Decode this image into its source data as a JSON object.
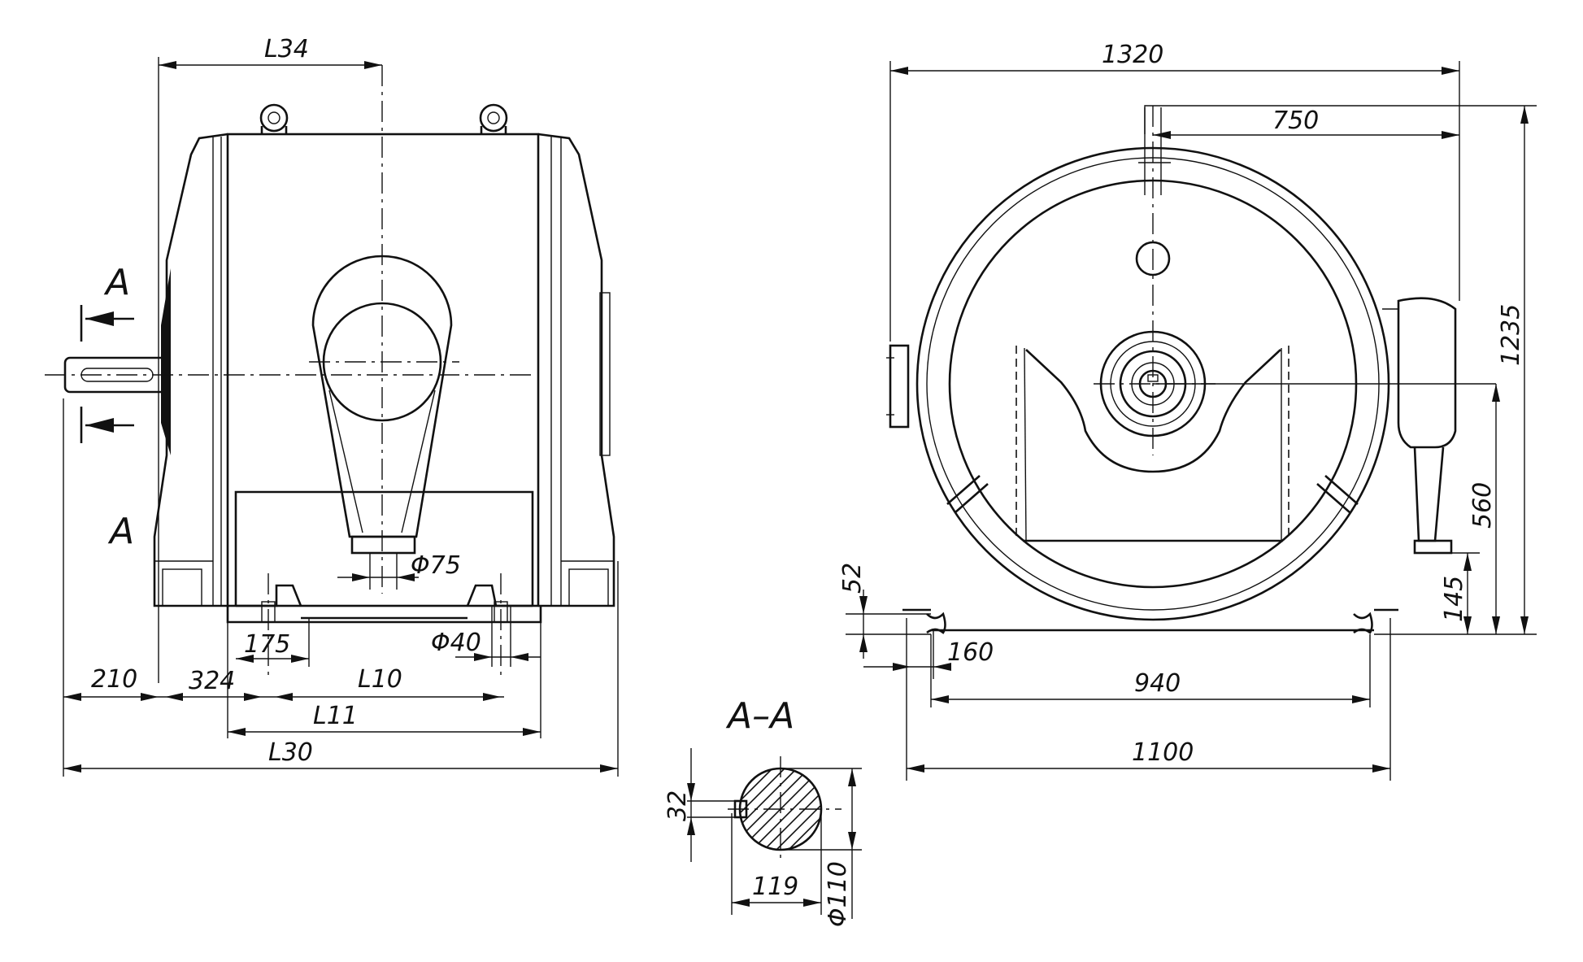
{
  "labels": {
    "l34": "L34",
    "l10": "L10",
    "l11": "L11",
    "l30": "L30",
    "d210": "210",
    "d324": "324",
    "d175": "175",
    "phi75": "Φ75",
    "phi40": "Φ40",
    "sec_a_top": "A",
    "sec_a_bottom": "A",
    "d1320": "1320",
    "d750": "750",
    "d1235": "1235",
    "d560": "560",
    "d145": "145",
    "d52": "52",
    "d160": "160",
    "d940": "940",
    "d1100": "1100",
    "section_title": "A–A",
    "d32": "32",
    "d119": "119",
    "phi110": "Φ110"
  }
}
